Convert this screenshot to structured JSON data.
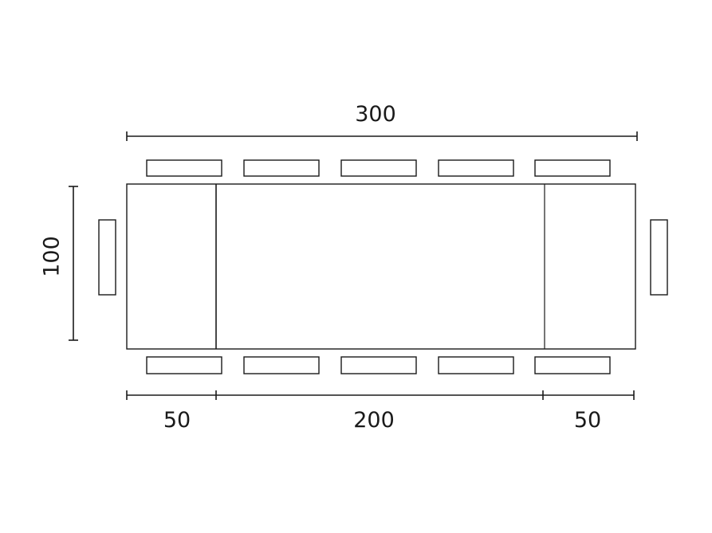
{
  "diagram": {
    "labels": {
      "total_length": "300",
      "width": "100",
      "left_extension": "50",
      "center_section": "200",
      "right_extension": "50"
    },
    "colors": {
      "stroke": "#1a1a1a",
      "background": "#ffffff"
    }
  }
}
